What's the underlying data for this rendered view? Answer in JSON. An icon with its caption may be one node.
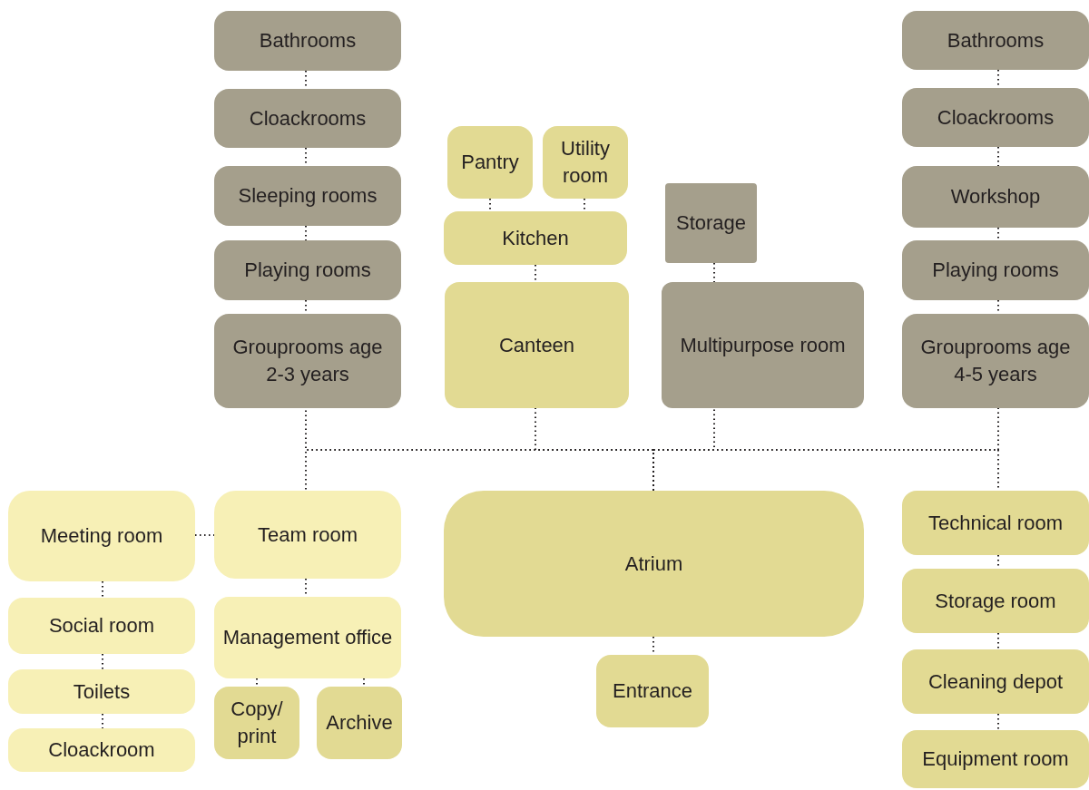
{
  "diagram": {
    "nodes": [
      {
        "text": [
          "Bathrooms"
        ]
      },
      {
        "text": [
          "Cloackrooms"
        ]
      },
      {
        "text": [
          "Sleeping rooms"
        ]
      },
      {
        "text": [
          "Playing rooms"
        ]
      },
      {
        "text": [
          "Grouprooms age 2-3 years"
        ]
      },
      {
        "text": [
          "Pantry"
        ]
      },
      {
        "text": [
          "Utility room"
        ]
      },
      {
        "text": [
          "Kitchen"
        ]
      },
      {
        "text": [
          "Canteen"
        ]
      },
      {
        "text": [
          "Storage"
        ]
      },
      {
        "text": [
          "Multipurpose room"
        ]
      },
      {
        "text": [
          "Bathrooms"
        ]
      },
      {
        "text": [
          "Cloackrooms"
        ]
      },
      {
        "text": [
          "Workshop"
        ]
      },
      {
        "text": [
          "Playing rooms"
        ]
      },
      {
        "text": [
          "Grouprooms age 4-5 years"
        ]
      },
      {
        "text": [
          "Meeting room"
        ]
      },
      {
        "text": [
          "Team room"
        ]
      },
      {
        "text": [
          "Social room"
        ]
      },
      {
        "text": [
          "Management office"
        ]
      },
      {
        "text": [
          "Toilets"
        ]
      },
      {
        "text": [
          "Copy/ print"
        ]
      },
      {
        "text": [
          "Archive"
        ]
      },
      {
        "text": [
          "Cloackroom"
        ]
      },
      {
        "text": [
          "Atrium"
        ]
      },
      {
        "text": [
          "Entrance"
        ]
      },
      {
        "text": [
          "Technical room"
        ]
      },
      {
        "text": [
          "Storage room"
        ]
      },
      {
        "text": [
          "Cleaning depot"
        ]
      },
      {
        "text": [
          "Equipment room"
        ]
      }
    ],
    "edges": [
      {
        "from": 0,
        "to": 1,
        "arrow": "none"
      },
      {
        "from": 1,
        "to": 2,
        "arrow": "none"
      },
      {
        "from": 2,
        "to": 3,
        "arrow": "none"
      },
      {
        "from": 3,
        "to": 4,
        "arrow": "none"
      },
      {
        "from": 5,
        "to": 7,
        "arrow": "none"
      },
      {
        "from": 6,
        "to": 7,
        "arrow": "none"
      },
      {
        "from": 7,
        "to": 8,
        "arrow": "none"
      },
      {
        "from": 9,
        "to": 10,
        "arrow": "none"
      },
      {
        "from": 11,
        "to": 12,
        "arrow": "none"
      },
      {
        "from": 12,
        "to": 13,
        "arrow": "none"
      },
      {
        "from": 13,
        "to": 14,
        "arrow": "none"
      },
      {
        "from": 14,
        "to": 15,
        "arrow": "none"
      },
      {
        "from": 24,
        "to": 4,
        "arrow": "none"
      },
      {
        "from": 24,
        "to": 8,
        "arrow": "none"
      },
      {
        "from": 24,
        "to": 10,
        "arrow": "none"
      },
      {
        "from": 24,
        "to": 15,
        "arrow": "none"
      },
      {
        "from": 24,
        "to": 17,
        "arrow": "none"
      },
      {
        "from": 24,
        "to": 26,
        "arrow": "none"
      },
      {
        "from": 16,
        "to": 17,
        "arrow": "none"
      },
      {
        "from": 17,
        "to": 19,
        "arrow": "none"
      },
      {
        "from": 16,
        "to": 18,
        "arrow": "none"
      },
      {
        "from": 18,
        "to": 20,
        "arrow": "none"
      },
      {
        "from": 20,
        "to": 23,
        "arrow": "none"
      },
      {
        "from": 19,
        "to": 21,
        "arrow": "none"
      },
      {
        "from": 19,
        "to": 22,
        "arrow": "none"
      },
      {
        "from": 24,
        "to": 25,
        "arrow": "none"
      },
      {
        "from": 26,
        "to": 27,
        "arrow": "none"
      },
      {
        "from": 27,
        "to": 28,
        "arrow": "none"
      },
      {
        "from": 28,
        "to": 29,
        "arrow": "none"
      }
    ]
  }
}
